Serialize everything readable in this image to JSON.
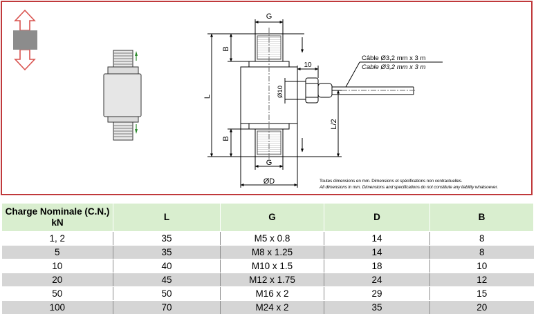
{
  "drawing": {
    "dim_G_top": "G",
    "dim_G_bottom": "G",
    "dim_B_top": "B",
    "dim_B_bottom": "B",
    "dim_L": "L",
    "dim_L_half": "L/2",
    "dim_phi_D": "ØD",
    "dim_phi_10": "Ø10",
    "dim_10": "10",
    "cable_fr": "Câble  Ø3,2 mm x 3 m",
    "cable_en": "Cable  Ø3,2 mm x 3 m",
    "note_fr": "Toutes dimensions en mm. Dimensions et spécifications non contractuelles.",
    "note_en": "All dimensions in mm. Dimensions and specifications do not constitute any liability whatsoever.",
    "colors": {
      "frame": "#c0393b",
      "arrow": "#d9534f",
      "arrow_fill": "#ffffff",
      "block": "#8c8c8c",
      "green_arrow": "#2e8b2e"
    }
  },
  "table": {
    "headers": [
      "Charge Nominale (C.N.)",
      "kN",
      "L",
      "G",
      "D",
      "B"
    ],
    "rows": [
      [
        "1, 2",
        "35",
        "M5 x 0.8",
        "14",
        "8"
      ],
      [
        "5",
        "35",
        "M8 x 1.25",
        "14",
        "8"
      ],
      [
        "10",
        "40",
        "M10 x 1.5",
        "18",
        "10"
      ],
      [
        "20",
        "45",
        "M12 x 1.75",
        "24",
        "12"
      ],
      [
        "50",
        "50",
        "M16 x 2",
        "29",
        "15"
      ],
      [
        "100",
        "70",
        "M24 x 2",
        "35",
        "20"
      ]
    ],
    "colors": {
      "header_bg": "#d9eecf",
      "stripe_bg": "#d5d5d5"
    }
  }
}
